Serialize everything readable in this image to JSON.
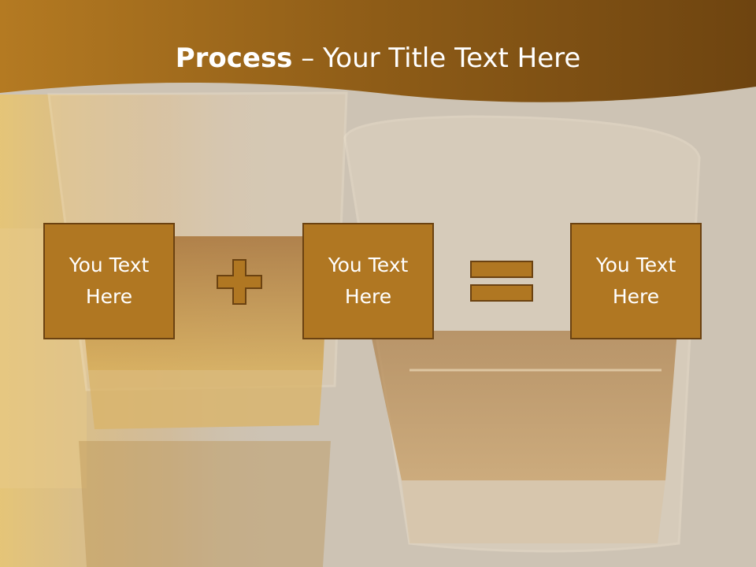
{
  "slide": {
    "title_bold": "Process",
    "title_rest": " – Your Title Text Here",
    "boxes": [
      {
        "text": "You Text Here"
      },
      {
        "text": "You Text Here"
      },
      {
        "text": "You Text Here"
      }
    ],
    "operators": [
      "plus-icon",
      "equals-icon"
    ],
    "colors": {
      "banner": "#9a6418",
      "box_fill": "#b07722",
      "box_border": "#6b4211",
      "background": "#cdc3b4"
    }
  }
}
